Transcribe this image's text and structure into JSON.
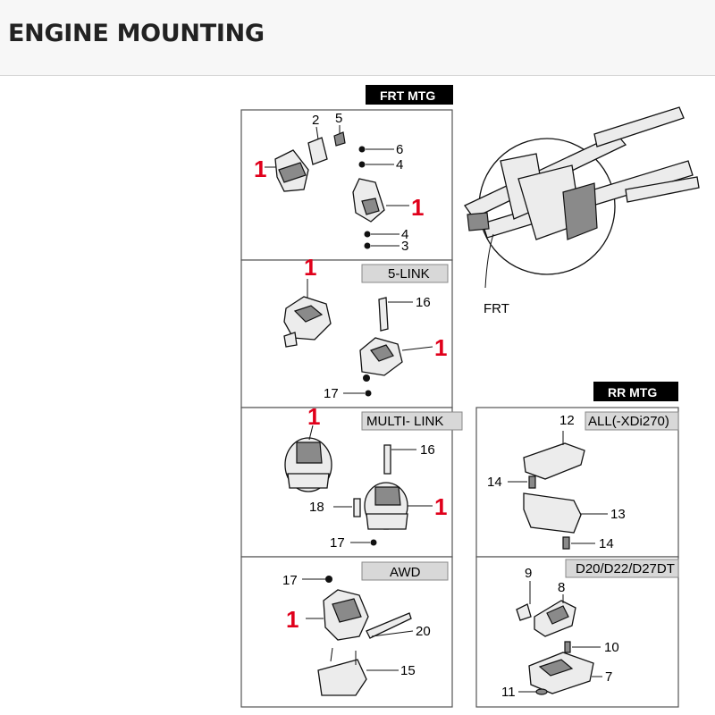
{
  "page": {
    "title": "ENGINE MOUNTING"
  },
  "labels": {
    "frt_mtg": "FRT MTG",
    "rr_mtg": "RR MTG",
    "frt": "FRT",
    "five_link": "5-LINK",
    "multi_link": "MULTI- LINK",
    "awd": "AWD",
    "all_xdi": "ALL(-XDi270)",
    "d20": "D20/D22/D27DT"
  },
  "panel_top": {
    "callouts": [
      "1",
      "1"
    ],
    "numbers": [
      "2",
      "5",
      "6",
      "4",
      "4",
      "3"
    ]
  },
  "panel_5link": {
    "callouts": [
      "1",
      "1"
    ],
    "numbers": [
      "16",
      "17"
    ]
  },
  "panel_multilink": {
    "callouts": [
      "1",
      "1"
    ],
    "numbers": [
      "16",
      "18",
      "17"
    ]
  },
  "panel_awd": {
    "callouts": [
      "1"
    ],
    "numbers": [
      "17",
      "20",
      "15"
    ]
  },
  "panel_rr_all": {
    "numbers": [
      "12",
      "14",
      "13",
      "14"
    ]
  },
  "panel_rr_d20": {
    "numbers": [
      "9",
      "8",
      "10",
      "7",
      "11"
    ]
  },
  "colors": {
    "callout": "#e0001b",
    "label_bar": "#000000",
    "tag_fill": "#d8d8d8"
  }
}
